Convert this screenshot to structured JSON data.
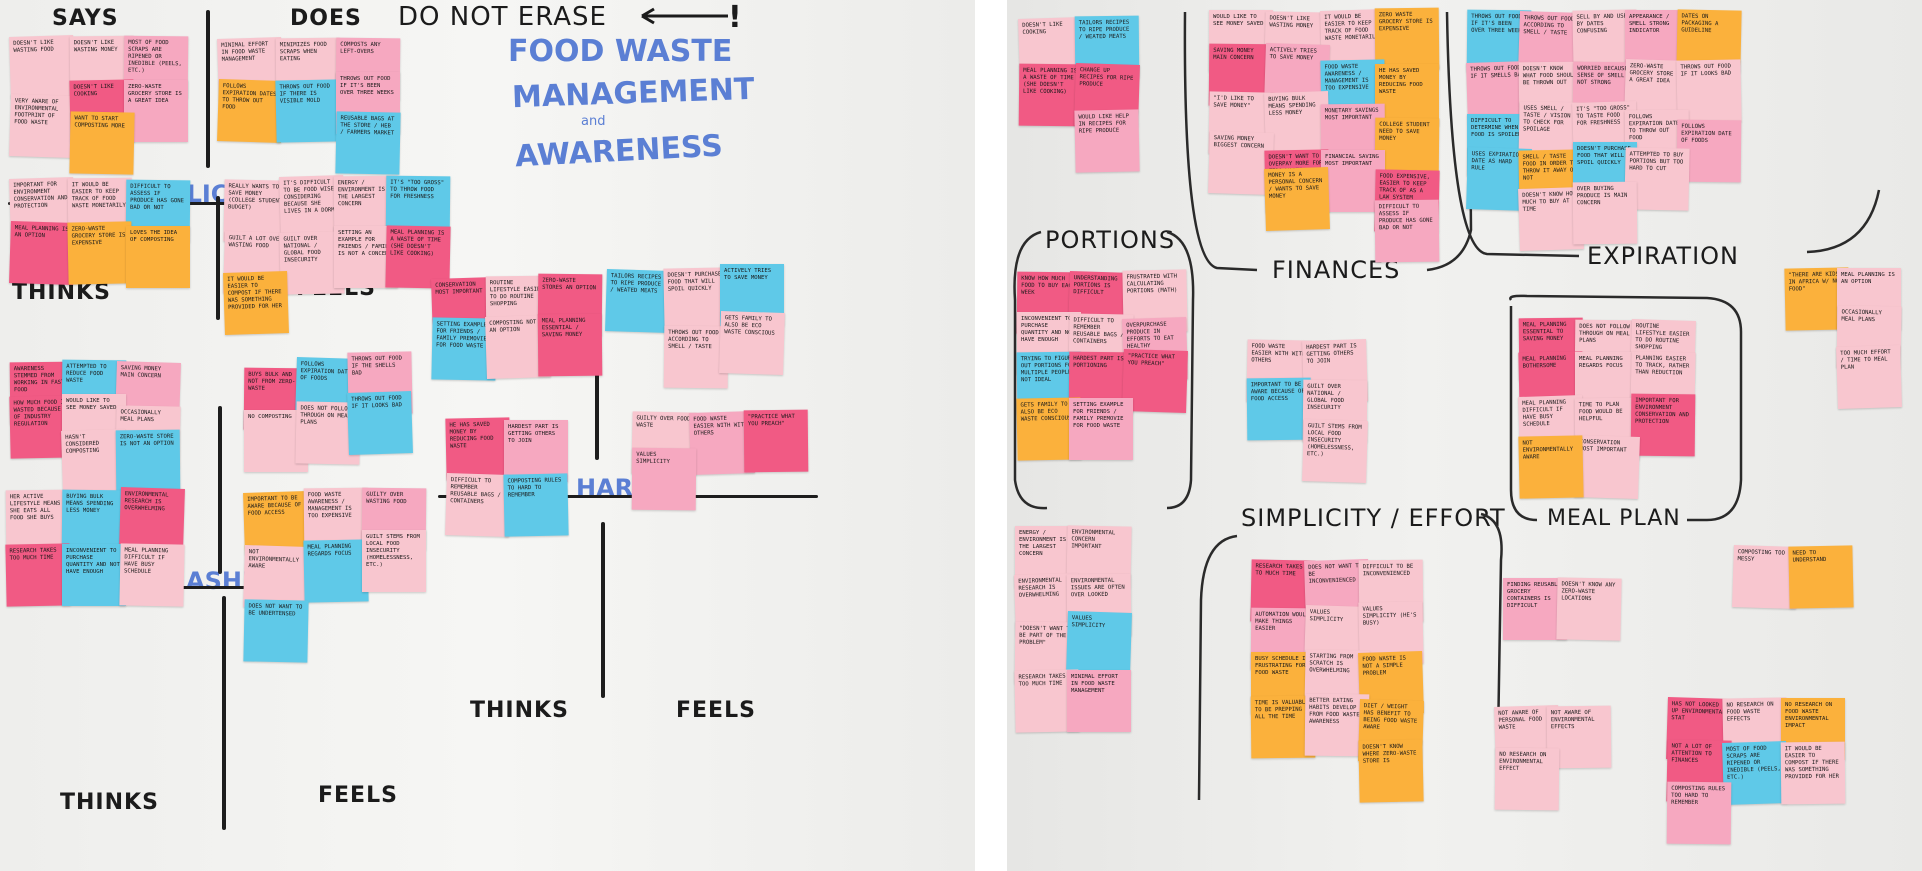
{
  "left_board": {
    "title": "DO NOT ERASE",
    "exclamation": "!",
    "heading": [
      "FOOD WASTE",
      "MANAGEMENT",
      "and",
      "AWARENESS"
    ],
    "names": {
      "alicia": "ALICIA",
      "ashley": "ASHLEY",
      "harb": "HARB"
    },
    "quad_labels": {
      "says": "SAYS",
      "does": "DOES",
      "thinks": "THINKS",
      "feels": "FEELS"
    },
    "notes_legible": [
      "DOESN'T LIKE WASTING FOOD",
      "DOESN'T LIKE WASTING MONEY",
      "MOST OF FOOD SCRAPS ARE RIPENED OR INEDIBLE (PEELS, ETC.)",
      "VERY AWARE OF ENVIRONMENTAL FOOTPRINT OF FOOD WASTE",
      "DOESN'T LIKE COOKING",
      "ZERO-WASTE GROCERY STORE IS A GREAT IDEA",
      "WANT TO START COMPOSTING MORE",
      "MINIMAL EFFORT IN FOOD WASTE MANAGEMENT",
      "MINIMIZES FOOD SCRAPS WHEN EATING",
      "COMPOSTS ANY LEFT-OVERS",
      "FOLLOWS EXPIRATION DATES TO THROW OUT FOOD",
      "THROWS OUT FOOD IF THERE IS VISIBLE MOLD",
      "THROWS OUT FOOD IF IT'S BEEN OVER THREE WEEKS",
      "REUSABLE BAGS AT THE STORE / HEB / FARMERS MARKET",
      "IMPORTANT FOR ENVIRONMENT CONSERVATION AND PROTECTION",
      "IT WOULD BE EASIER TO KEEP TRACK OF FOOD WASTE MONETARILY",
      "DIFFICULT TO ASSESS IF PRODUCE HAS GONE BAD OR NOT",
      "MEAL PLANNING IS AN OPTION",
      "ZERO-WASTE GROCERY STORE IS EXPENSIVE",
      "LOVES THE IDEA OF COMPOSTING",
      "REALLY WANTS TO SAVE MONEY (COLLEGE STUDENT BUDGET)",
      "IT'S DIFFICULT TO BE FOOD WISE CONSIDERING BECAUSE SHE LIVES IN A DORM",
      "ENERGY / ENVIRONMENT IS THE LARGEST CONCERN",
      "IT'S \"TOO GROSS\" TO THROW FOOD FOR FRESHNESS",
      "GUILT A LOT OVER WASTING FOOD",
      "GUILT OVER NATIONAL / GLOBAL FOOD INSECURITY",
      "SETTING AN EXAMPLE FOR FRIENDS / FAMILY IS NOT A CONCERN",
      "MEAL PLANNING IS A WASTE OF TIME (SHE DOESN'T LIKE COOKING)",
      "IT WOULD BE EASIER TO COMPOST IF THERE WAS SOMETHING PROVIDED FOR HER",
      "AWARENESS STEMMED FROM WORKING IN FAST FOOD",
      "ATTEMPTED TO REDUCE FOOD WASTE",
      "SAVING MONEY MAIN CONCERN",
      "HOW MUCH FOOD IS WASTED BECAUSE OF INDUSTRY REGULATION",
      "WOULD LIKE TO SEE MONEY SAVED",
      "OCCASIONALLY MEAL PLANS",
      "HASN'T CONSIDERED COMPOSTING",
      "ZERO-WASTE STORE IS NOT AN OPTION",
      "BUYS BULK AND NOT FROM ZERO-WASTE",
      "FOLLOWS EXPIRATION DATE OF FOODS",
      "THROWS OUT FOOD IF THE SHELLS BAD",
      "NO COMPOSTING",
      "DOES NOT FOLLOW THROUGH ON MEAL PLANS",
      "THROWS OUT FOOD IF IT LOOKS BAD",
      "HER ACTIVE LIFESTYLE MEANS SHE EATS ALL FOOD SHE BUYS",
      "BUYING BULK MEANS SPENDING LESS MONEY",
      "ENVIRONMENTAL RESEARCH IS OVERWHELMING",
      "RESEARCH TAKES TOO MUCH TIME",
      "INCONVENIENT TO PURCHASE QUANTITY AND NOT HAVE ENOUGH",
      "MEAL PLANNING DIFFICULT IF HAVE BUSY SCHEDULE",
      "IMPORTANT TO BE AWARE BECAUSE OF FOOD ACCESS",
      "FOOD WASTE AWARENESS / MANAGEMENT IS TOO EXPENSIVE",
      "GUILTY OVER WASTING FOOD",
      "NOT ENVIRONMENTALLY AWARE",
      "MEAL PLANNING REGARDS FOCUS",
      "GUILT STEMS FROM LOCAL FOOD INSECURITY (HOMELESSNESS, ETC.)",
      "DOES NOT WANT TO BE UNDERTENSED",
      "CONSERVATION MOST IMPORTANT",
      "ROUTINE LIFESTYLE EASIER TO DO ROUTINE SHOPPING",
      "ZERO-WASTE STORES AN OPTION",
      "TAILORS RECIPES TO RIPE PRODUCE / WEATED MEATS",
      "DOESN'T PURCHASE FOOD THAT WILL SPOIL QUICKLY",
      "ACTIVELY TRIES TO SAVE MONEY",
      "SETTING EXAMPLE FOR FRIENDS / FAMILY PREMOVIE FOR FOOD WASTE",
      "COMPOSTING NOT AN OPTION",
      "MEAL PLANNING ESSENTIAL / SAVING MONEY",
      "THROWS OUT FOOD ACCORDING TO SMELL / TASTE",
      "GETS FAMILY TO ALSO BE ECO WASTE CONSCIOUS",
      "HE HAS SAVED MONEY BY REDUCING FOOD WASTE",
      "HARDEST PART IS GETTING OTHERS TO JOIN",
      "GUILTY OVER FOOD WASTE",
      "FOOD WASTE EASIER WITH WITH OTHERS",
      "\"PRACTICE WHAT YOU PREACH\"",
      "VALUES SIMPLICITY",
      "DIFFICULT TO REMEMBER REUSABLE BAGS / CONTAINERS",
      "COMPOSTING RULES TO HARD TO REMEMBER"
    ]
  },
  "right_board": {
    "cluster_labels": {
      "portions": "PORTIONS",
      "finances": "FINANCES",
      "expiration": "EXPIRATION",
      "meal_plan": "MEAL PLAN",
      "simplicity": "SIMPLICITY / EFFORT"
    },
    "notes_legible": [
      "DOESN'T LIKE COOKING",
      "TAILORS RECIPES TO RIPE PRODUCE / WEATED MEATS",
      "MEAL PLANNING IS A WASTE OF TIME (SHE DOESN'T LIKE COOKING)",
      "CHANGE UP RECIPES FOR RIPE PRODUCE",
      "WOULD LIKE HELP IN RECIPES FOR RIPE PRODUCE",
      "WOULD LIKE TO SEE MONEY SAVED",
      "DOESN'T LIKE WASTING MONEY",
      "IT WOULD BE EASIER TO KEEP TRACK OF FOOD WASTE MONETARILY",
      "ZERO WASTE GROCERY STORE IS EXPENSIVE",
      "SAVING MONEY MAIN CONCERN",
      "ACTIVELY TRIES TO SAVE MONEY",
      "FOOD WASTE AWARENESS / MANAGEMENT IS TOO EXPENSIVE",
      "HE HAS SAVED MONEY BY REDUCING FOOD WASTE",
      "\"I'D LIKE TO SAVE MONEY\"",
      "BUYING BULK MEANS SPENDING LESS MONEY",
      "MONETARY SAVINGS MOST IMPORTANT",
      "COLLEGE STUDENT NEED TO SAVE MONEY",
      "SAVING MONEY BIGGEST CONCERN",
      "DOESN'T WANT TO OVERPAY MORE FOR ZERO-WASTE",
      "FINANCIAL SAVING MOST IMPORTANT",
      "FOOD EXPENSIVE, EASIER TO KEEP TRACK OF AS A LAW SYSTEM",
      "MONEY IS A PERSONAL CONCERN / WANTS TO SAVE MONEY",
      "DIFFICULT TO ASSESS IF PRODUCE HAS GONE BAD OR NOT",
      "THROWS OUT FOOD IF IT'S BEEN OVER THREE WEEKS",
      "THROWS OUT FOOD ACCORDING TO SMELL / TASTE",
      "SELL BY AND USE BY DATES CONFUSING",
      "APPEARANCE / SMELL STRONG INDICATOR",
      "DATES ON PACKAGING A GUIDELINE",
      "THROWS OUT FOOD IF IT SMELLS BAD",
      "DOESN'T KNOW WHAT FOOD SHOULD BE THROWN OUT",
      "WORRIED BECAUSE SENSE OF SMELL NOT STRONG",
      "ZERO-WASTE GROCERY STORE IS A GREAT IDEA",
      "THROWS OUT FOOD IF IT LOOKS BAD",
      "DIFFICULT TO DETERMINE WHEN FOOD IS SPOILED",
      "USES SMELL / TASTE / VISION TO CHECK FOR SPOILAGE",
      "IT'S \"TOO GROSS\" TO TASTE FOOD FOR FRESHNESS",
      "FOLLOWS EXPIRATION DATES TO THROW OUT FOOD",
      "FOLLOWS EXPIRATION DATE OF FOODS",
      "USES EXPIRATION DATE AS HARD RULE",
      "SMELL / TASTE FOOD IN ORDER TO THROW IT AWAY OR NOT",
      "DOESN'T PURCHASE FOOD THAT WILL SPOIL QUICKLY",
      "ATTEMPTED TO BUY PORTIONS BUT TOO HARD TO CUT",
      "DOESN'T KNOW HOW MUCH TO BUY AT A TIME",
      "OVER BUYING PRODUCE IS MAIN CONCERN",
      "KNOW HOW MUCH FOOD TO BUY EACH WEEK",
      "UNDERSTANDING PORTIONS IS DIFFICULT",
      "FRUSTRATED WITH CALCULATING PORTIONS (MATH)",
      "INCONVENIENT TO PURCHASE QUANTITY AND NOT HAVE ENOUGH",
      "DIFFICULT TO REMEMBER REUSABLE BAGS / CONTAINERS",
      "OVERPURCHASE PRODUCE IN EFFORTS TO EAT HEALTHY",
      "TRYING TO FIGURE OUT PORTIONS FOR MULTIPLE PEOPLE NOT IDEAL",
      "HARDEST PART IS PORTIONING",
      "\"PRACTICE WHAT YOU PREACH\"",
      "GETS FAMILY TO ALSO BE ECO WASTE CONSCIOUS",
      "SETTING EXAMPLE FOR FRIENDS / FAMILY PREMOVIE FOR FOOD WASTE",
      "FOOD WASTE EASIER WITH WITH OTHERS",
      "HARDEST PART IS GETTING OTHERS TO JOIN",
      "IMPORTANT TO BE AWARE BECAUSE OF FOOD ACCESS",
      "GUILT OVER NATIONAL / GLOBAL FOOD INSECURITY",
      "GUILT STEMS FROM LOCAL FOOD INSECURITY (HOMELESSNESS, ETC.)",
      "\"THERE ARE KIDS IN AFRICA W/ NO FOOD\"",
      "MEAL PLANNING IS AN OPTION",
      "OCCASIONALLY MEAL PLANS",
      "TOO MUCH EFFORT / TIME TO MEAL PLAN",
      "MEAL PLANNING ESSENTIAL TO SAVING MONEY",
      "DOES NOT FOLLOW THROUGH ON MEAL PLANS",
      "ROUTINE LIFESTYLE EASIER TO DO ROUTINE SHOPPING",
      "MEAL PLANNING BOTHERSOME",
      "MEAL PLANNING REGARDS FOCUS",
      "PLANNING EASIER TO TRACK, RATHER THAN REDUCTION",
      "MEAL PLANNING DIFFICULT IF HAVE BUSY SCHEDULE",
      "TIME TO PLAN FOOD WOULD BE HELPFUL",
      "IMPORTANT FOR ENVIRONMENT CONSERVATION AND PROTECTION",
      "CONSERVATION MOST IMPORTANT",
      "NOT ENVIRONMENTALLY AWARE",
      "ENERGY / ENVIRONMENT IS THE LARGEST CONCERN",
      "ENVIRONMENTAL CONCERN IMPORTANT",
      "ENVIRONMENTAL RESEARCH IS OVERWHELMING",
      "ENVIRONMENTAL ISSUES ARE OFTEN OVER LOOKED",
      "\"DOESN'T WANT TO BE PART OF THE PROBLEM\"",
      "VALUES SIMPLICITY",
      "RESEARCH TAKES TOO MUCH TIME",
      "MINIMAL EFFORT IN FOOD WASTE MANAGEMENT",
      "RESEARCH TAKES TO MUCH TIME",
      "DOES NOT WANT TO BE INCONVENIENCED",
      "DIFFICULT TO BE INCONVENIENCED",
      "AUTOMATION WOULD MAKE THINGS EASIER",
      "VALUES SIMPLICITY",
      "VALUES SIMPLICITY (HE'S BUSY)",
      "BUSY SCHEDULE IS FRUSTRATING FOR FOOD WASTE",
      "STARTING FROM SCRATCH IS OVERWHELMING",
      "FOOD WASTE IS NOT A SIMPLE PROBLEM",
      "TIME IS VALUABLE TO BE PREPPING ALL THE TIME",
      "BETTER EATING HABITS DEVELOP FROM FOOD WASTE AWARENESS",
      "DIET / WEIGHT HAS BENEFIT TO BEING FOOD WASTE AWARE",
      "DOESN'T KNOW WHERE ZERO-WASTE STORE IS",
      "FINDING REUSABLE GROCERY CONTAINERS IS DIFFICULT",
      "DOESN'T KNOW ANY ZERO-WASTE LOCATIONS",
      "NOT AWARE OF PERSONAL FOOD WASTE",
      "NOT AWARE OF ENVIRONMENTAL EFFECTS",
      "NO RESEARCH ON ENVIRONMENTAL EFFECT",
      "HAS NOT LOOKED UP ENVIRONMENTAL STAT",
      "NO RESEARCH ON FOOD WASTE EFFECTS",
      "NO RESEARCH ON FOOD WASTE ENVIRONMENTAL IMPACT",
      "NOT A LOT OF ATTENTION TO FINANCES",
      "MOST OF FOOD SCRAPS ARE RIPENED OR INEDIBLE (PEELS, ETC.)",
      "IT WOULD BE EASIER TO COMPOST IF THERE WAS SOMETHING PROVIDED FOR HER",
      "COMPOSTING RULES TOO HARD TO REMEMBER",
      "COMPOSTING TOO MESSY",
      "NEED TO UNDERSTAND"
    ]
  }
}
